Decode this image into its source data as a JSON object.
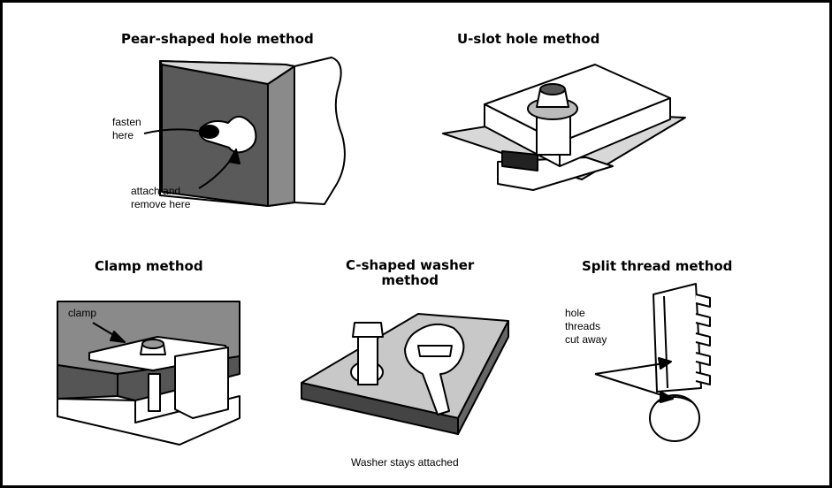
{
  "titles": {
    "pear": "Pear-shaped hole method",
    "uslot": "U-slot hole method",
    "clamp": "Clamp method",
    "cwasher_line1": "C-shaped washer",
    "cwasher_line2": "method",
    "split": "Split thread method"
  },
  "labels": {
    "fasten_1": "fasten",
    "fasten_2": "here",
    "attach_1": "attach and",
    "attach_2": "remove here",
    "clamp": "clamp",
    "hole_1": "hole",
    "hole_2": "threads",
    "hole_3": "cut away",
    "washer_stays": "Washer stays attached"
  },
  "colors": {
    "ink": "#000000",
    "dark_face": "#5a5a5a",
    "mid_face": "#9a9a9a",
    "light_face": "#d8d8d8",
    "paper": "#ffffff"
  }
}
